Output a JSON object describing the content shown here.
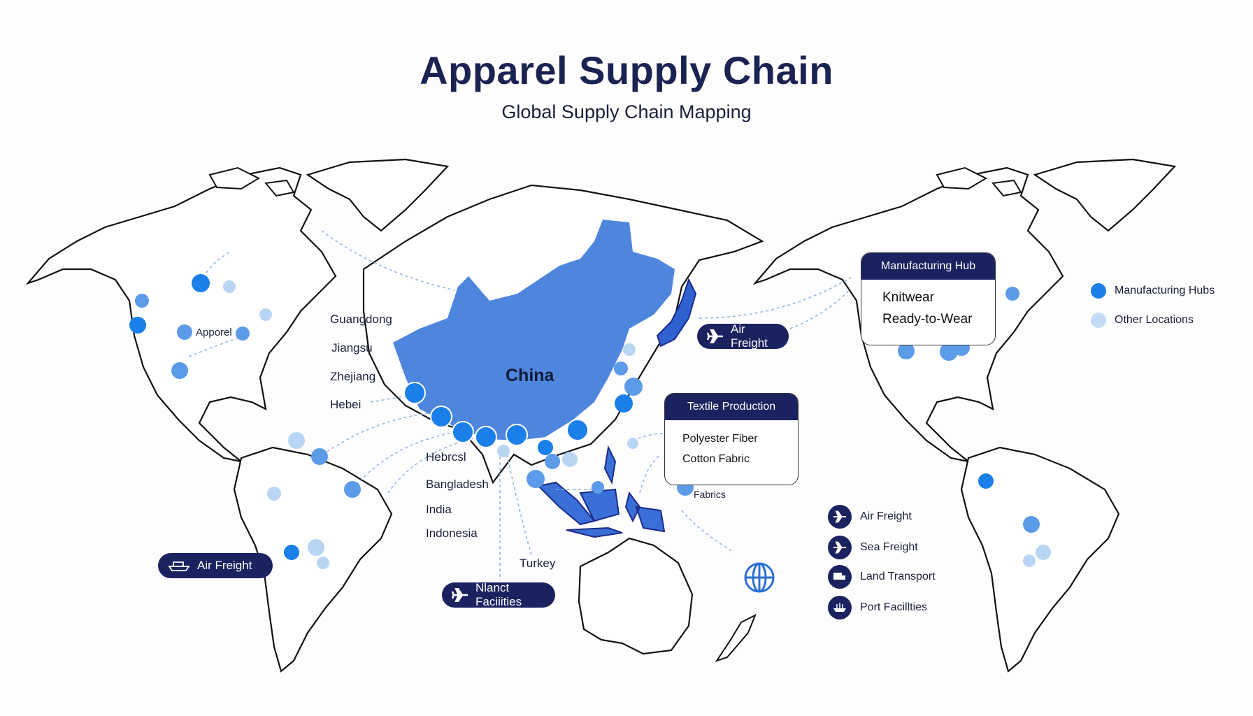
{
  "header": {
    "title": "Apparel Supply Chain",
    "subtitle": "Global Supply Chain Mapping"
  },
  "map": {
    "china_label": "China",
    "province_labels": [
      "Guangdong",
      "Jiangsu",
      "Zhejiang",
      "Hebei"
    ],
    "country_labels": [
      "Hebrcsl",
      "Bangladesh",
      "India",
      "Indonesia"
    ],
    "turkey_label": "Turkey",
    "apparel_label": "Apporel",
    "fabrics_label": "Fabrics"
  },
  "pills": {
    "air_freight_left": "Air Freight",
    "air_freight_japan": "Air Freight",
    "facilities": "Nlanct Faciiities"
  },
  "cards": {
    "manufacturing": {
      "title": "Manufacturing Hub",
      "items": [
        "Knitwear",
        "Ready-to-Wear"
      ]
    },
    "textile": {
      "title": "Textile Production",
      "items": [
        "Polyester Fiber",
        "Cotton Fabric"
      ]
    }
  },
  "legend": {
    "manufacturing_hubs": "Manufacturing Hubs",
    "other_locations": "Other Locations"
  },
  "transport_legend": [
    {
      "icon": "airplane-icon",
      "label": "Air Freight"
    },
    {
      "icon": "airplane-icon",
      "label": "Sea Freight"
    },
    {
      "icon": "truck-icon",
      "label": "Land Transport"
    },
    {
      "icon": "ship-icon",
      "label": "Port Facillties"
    }
  ],
  "colors": {
    "navy": "#1b2260",
    "china": "#4f86dd",
    "hub": "#1a7fe8",
    "mid": "#5b9be8",
    "light": "#b9d5f4"
  }
}
